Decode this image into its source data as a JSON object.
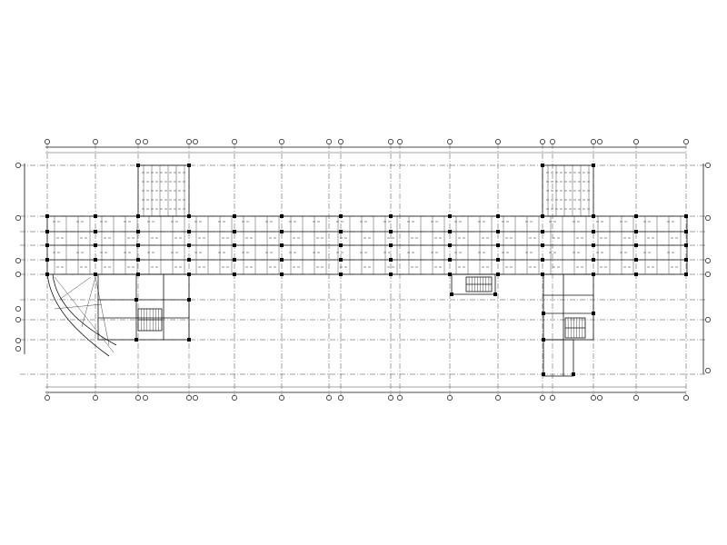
{
  "drawing": {
    "kind": "structural floor plan",
    "ink_color": "#111111",
    "background_color": "#ffffff"
  },
  "axis_bubbles": {
    "top_count": 20,
    "bottom_count": 20,
    "left_count": 8,
    "right_count": 6
  }
}
